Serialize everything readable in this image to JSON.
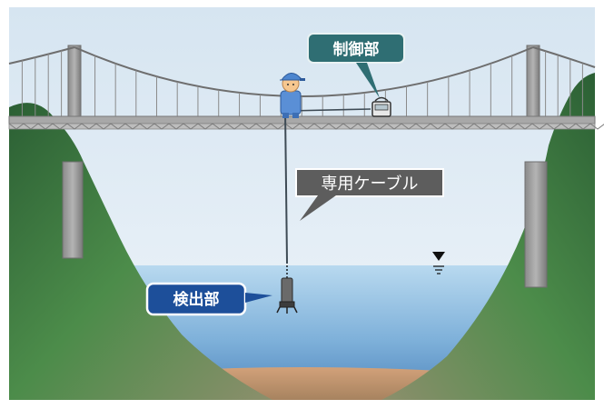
{
  "labels": {
    "control_unit": "制御部",
    "cable": "専用ケーブル",
    "detector": "検出部"
  },
  "colors": {
    "sky": "#dde9f3",
    "water_top": "#a9cfe9",
    "water_bottom": "#5c94c9",
    "riverbed": "#c79b76",
    "mountain_light": "#4a8a4a",
    "mountain_dark": "#2e6336",
    "bridge_gray": "#9a9a9a",
    "callout_teal": "#2f6e73",
    "callout_blue": "#1d4f9a",
    "callout_gray": "#5d5d5d"
  }
}
